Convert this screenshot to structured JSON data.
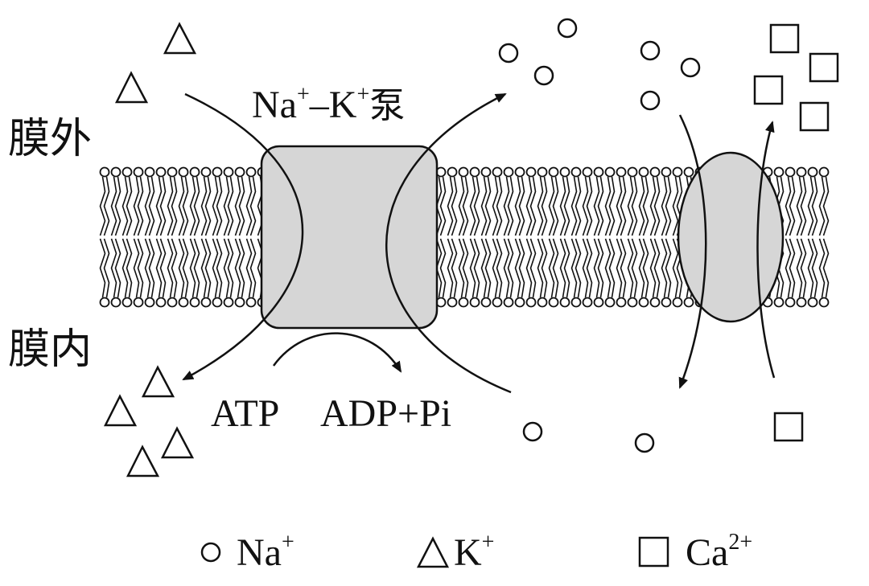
{
  "labels": {
    "outside": "膜外",
    "inside": "膜内",
    "pump_prefix": "Na",
    "pump_sup1": "+",
    "pump_dash": "–K",
    "pump_sup2": "+",
    "pump_suffix": "泵",
    "atp": "ATP",
    "adp": "ADP+Pi"
  },
  "legend": {
    "na": {
      "text": "Na",
      "sup": "+"
    },
    "k": {
      "text": "K",
      "sup": "+"
    },
    "ca": {
      "text": "Ca",
      "sup": "2+"
    }
  },
  "colors": {
    "protein_fill": "#d6d6d6",
    "stroke": "#111111",
    "background": "#ffffff"
  }
}
